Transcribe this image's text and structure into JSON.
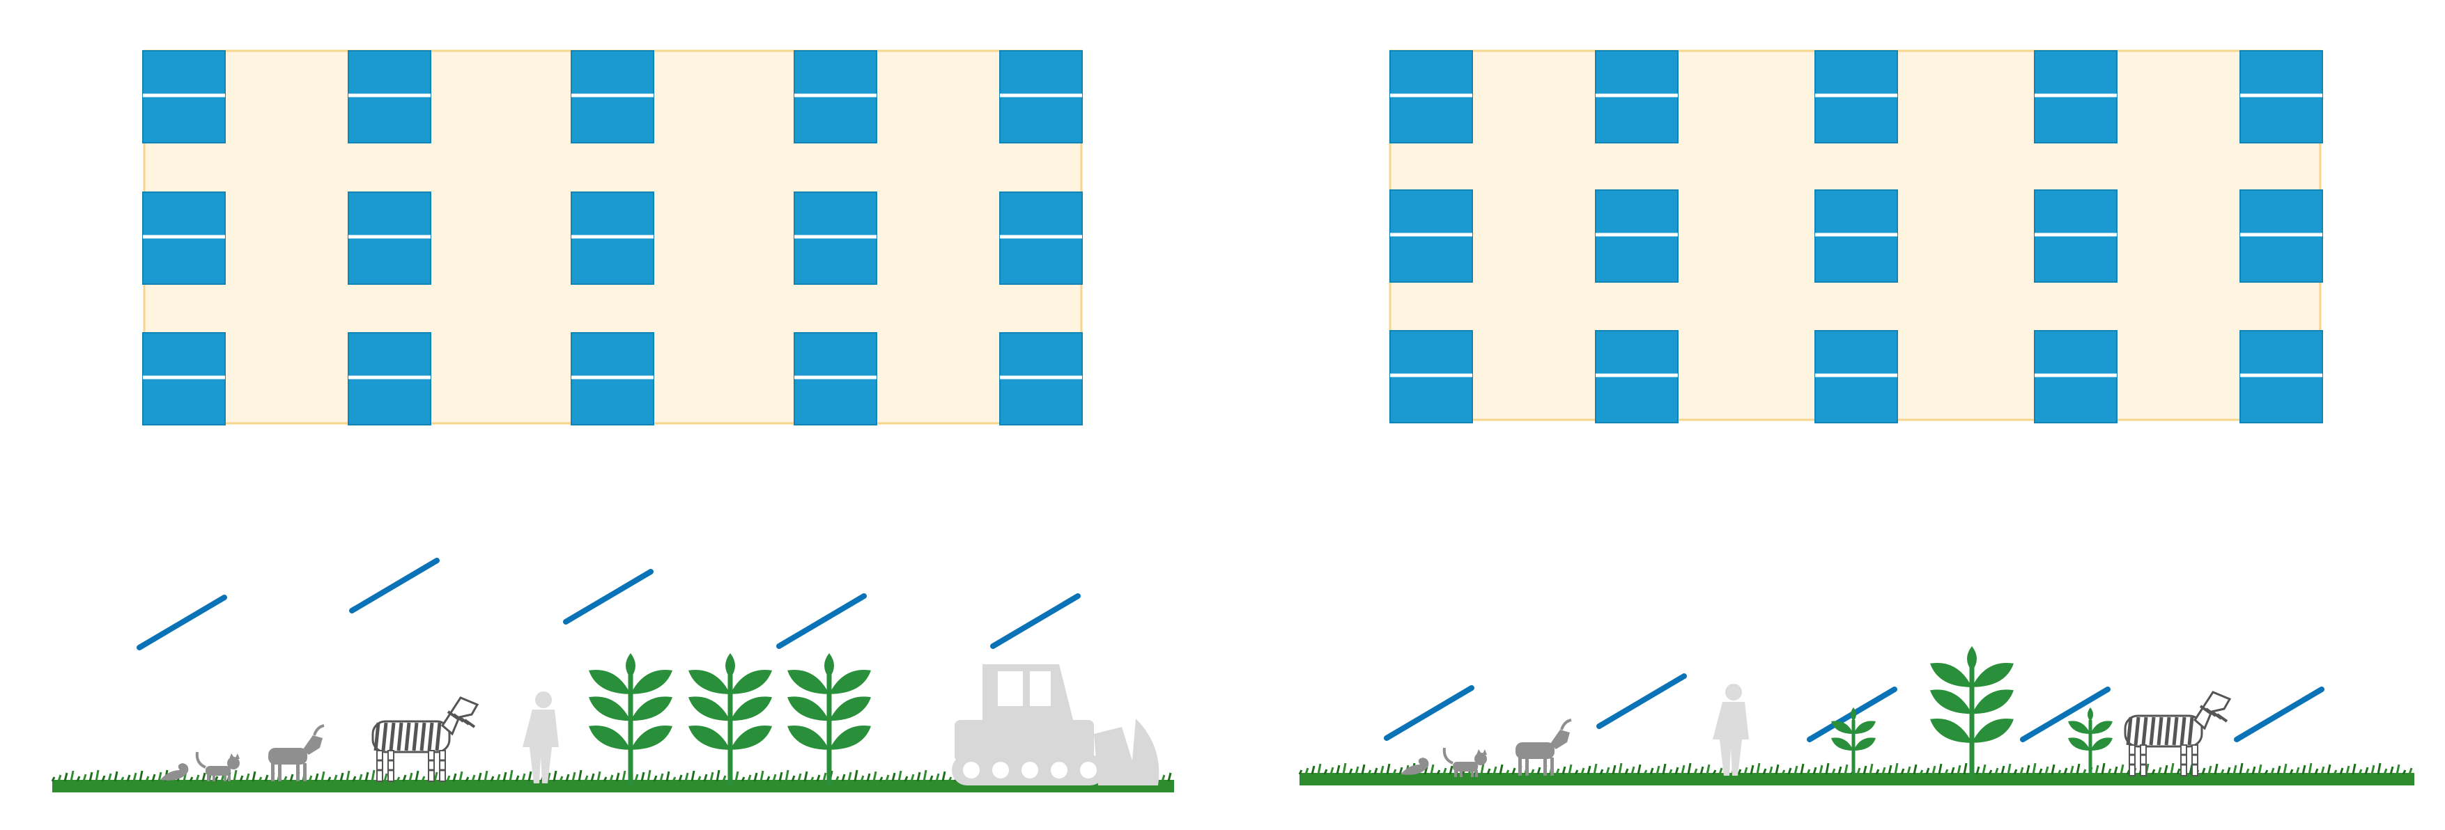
{
  "colors": {
    "field": "#fef4df",
    "field_border": "#f6d58c",
    "panel": "#1a9ad0",
    "panel_line": "#ffffff",
    "panel_edge": "#1283b5",
    "side_panel": "#0a72b7",
    "grass": "#2e8b2e",
    "grass_dark": "#1e6e1e",
    "plant": "#2a8f3a",
    "animal": "#8f8f8f",
    "human": "#dcdcdc",
    "machine": "#d8d8d8"
  },
  "diagrams": [
    {
      "id": "left",
      "rows": 3,
      "columns": 5,
      "side_items": [
        "bird-icon",
        "cat-icon",
        "goat-icon",
        "zebra-icon",
        "person-icon",
        "tall-plant-icon",
        "tall-plant-icon",
        "tall-plant-icon",
        "bulldozer-icon"
      ]
    },
    {
      "id": "right",
      "rows": 3,
      "columns": 5,
      "side_items": [
        "bird-icon",
        "cat-icon",
        "goat-icon",
        "person-icon",
        "small-plant-icon",
        "tall-plant-icon",
        "small-plant-icon",
        "zebra-icon"
      ]
    }
  ]
}
